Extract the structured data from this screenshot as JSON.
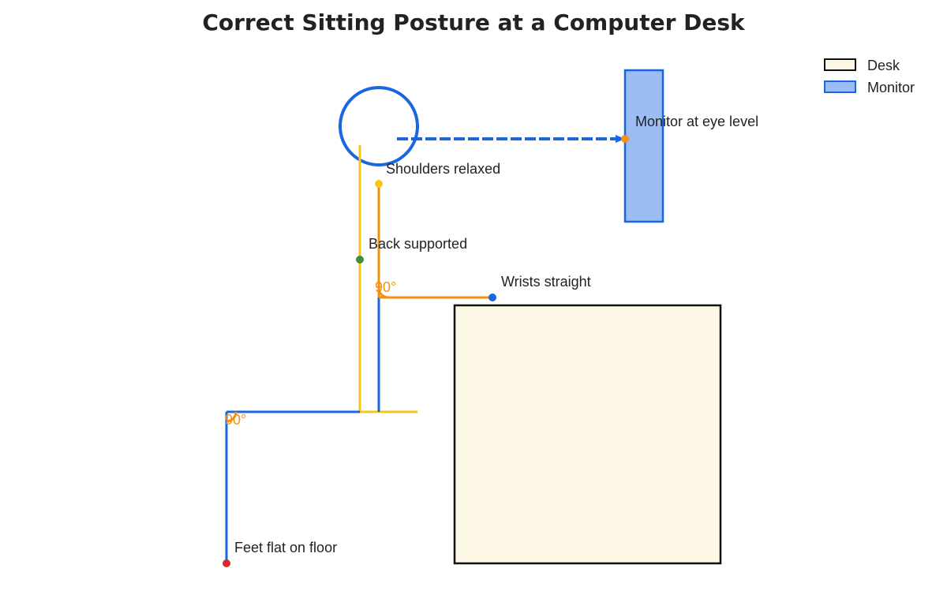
{
  "title": "Correct Sitting Posture at a Computer Desk",
  "legend": [
    {
      "label": "Desk",
      "fill": "#fdf8e6",
      "stroke": "#111111"
    },
    {
      "label": "Monitor",
      "fill": "#9bbcf5",
      "stroke": "#1a66e0"
    }
  ],
  "annotations": {
    "monitor": "Monitor at eye level",
    "shoulders": "Shoulders relaxed",
    "back": "Back supported",
    "wrists": "Wrists straight",
    "feet": "Feet flat on floor"
  },
  "angles": {
    "elbow": "90°",
    "knee": "90°"
  },
  "colors": {
    "blue": "#1a66e0",
    "yellow": "#f5c518",
    "orange": "#f5900f",
    "green": "#3e8e3e",
    "red": "#d42d2d",
    "desk_fill": "#fdf8e6",
    "desk_stroke": "#111111",
    "monitor_fill": "#9bbcf5",
    "monitor_stroke": "#1a66e0"
  }
}
